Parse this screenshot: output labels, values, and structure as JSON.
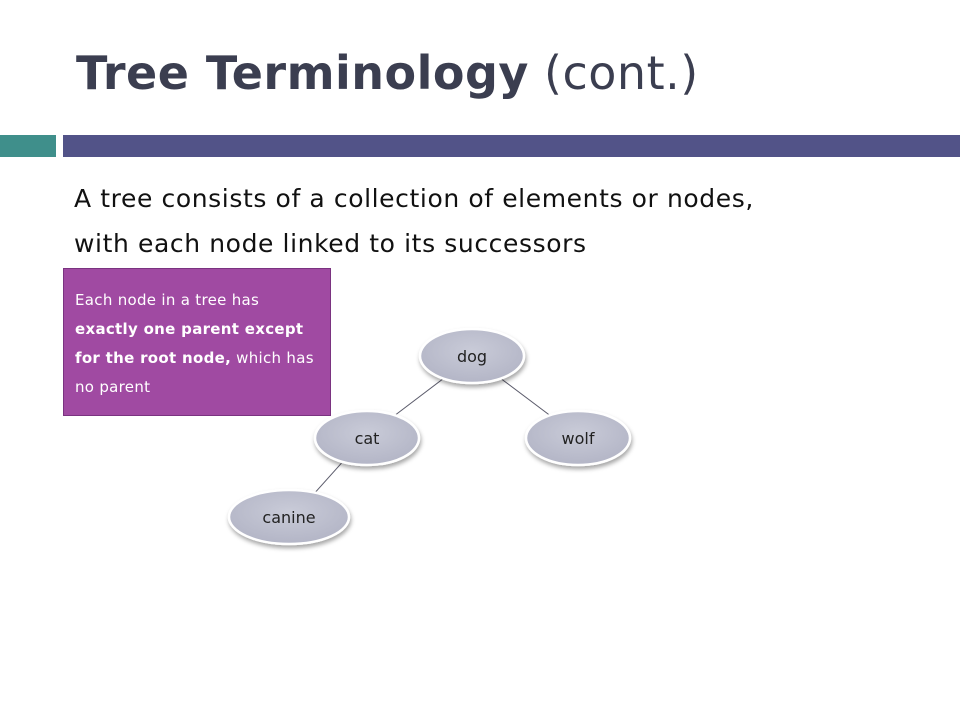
{
  "slide": {
    "title_bold": "Tree Terminology",
    "title_normal": "(cont.)",
    "intro_line1": "A tree consists of a collection of elements or nodes,",
    "intro_line2": "with each node linked to its successors",
    "callout": {
      "part1": "Each node in a tree has",
      "part2_bold": "exactly one parent except for the root node,",
      "part3": "which has no parent"
    },
    "colors": {
      "title": "#3b3e50",
      "bar_teal": "#3f8f8b",
      "bar_purple": "#525388",
      "callout_bg": "#a04aa2",
      "node_fill": "#bdbfce"
    }
  },
  "tree": {
    "nodes": [
      {
        "id": "dog",
        "label": "dog"
      },
      {
        "id": "cat",
        "label": "cat"
      },
      {
        "id": "wolf",
        "label": "wolf"
      },
      {
        "id": "canine",
        "label": "canine"
      }
    ],
    "edges": [
      {
        "from": "dog",
        "to": "cat"
      },
      {
        "from": "dog",
        "to": "wolf"
      },
      {
        "from": "cat",
        "to": "canine"
      }
    ]
  }
}
